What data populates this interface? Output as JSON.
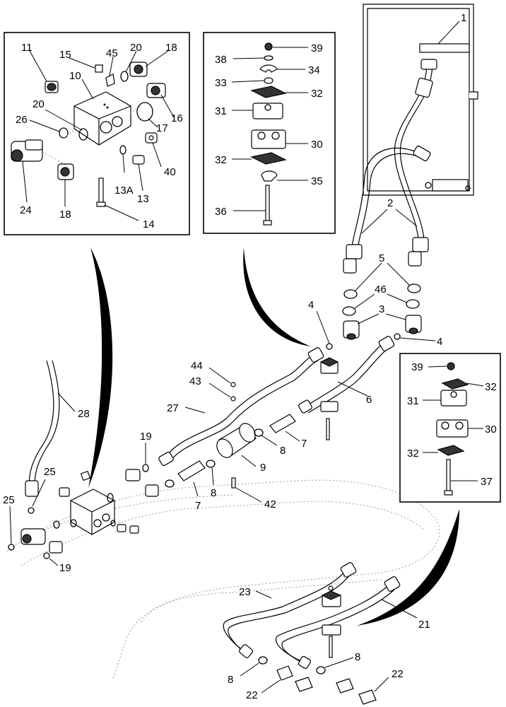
{
  "diagram": {
    "callouts": {
      "c1": "1",
      "c2": "2",
      "c3": "3",
      "c4a": "4",
      "c4b": "4",
      "c5": "5",
      "c6": "6",
      "c7a": "7",
      "c7b": "7",
      "c8a": "8",
      "c8b": "8",
      "c8c": "8",
      "c8d": "8",
      "c9": "9",
      "c10": "10",
      "c11": "11",
      "c13": "13",
      "c13a": "13A",
      "c14": "14",
      "c15": "15",
      "c16": "16",
      "c17": "17",
      "c18a": "18",
      "c18b": "18",
      "c19a": "19",
      "c19b": "19",
      "c20a": "20",
      "c20b": "20",
      "c21": "21",
      "c22a": "22",
      "c22b": "22",
      "c23": "23",
      "c24": "24",
      "c25a": "25",
      "c25b": "25",
      "c26": "26",
      "c27": "27",
      "c28": "28",
      "c30a": "30",
      "c30b": "30",
      "c31a": "31",
      "c31b": "31",
      "c32a": "32",
      "c32b": "32",
      "c32c": "32",
      "c32d": "32",
      "c33": "33",
      "c34": "34",
      "c35": "35",
      "c36": "36",
      "c37": "37",
      "c38": "38",
      "c39a": "39",
      "c39b": "39",
      "c40": "40",
      "c42": "42",
      "c43": "43",
      "c44": "44",
      "c45": "45",
      "c46": "46"
    }
  }
}
